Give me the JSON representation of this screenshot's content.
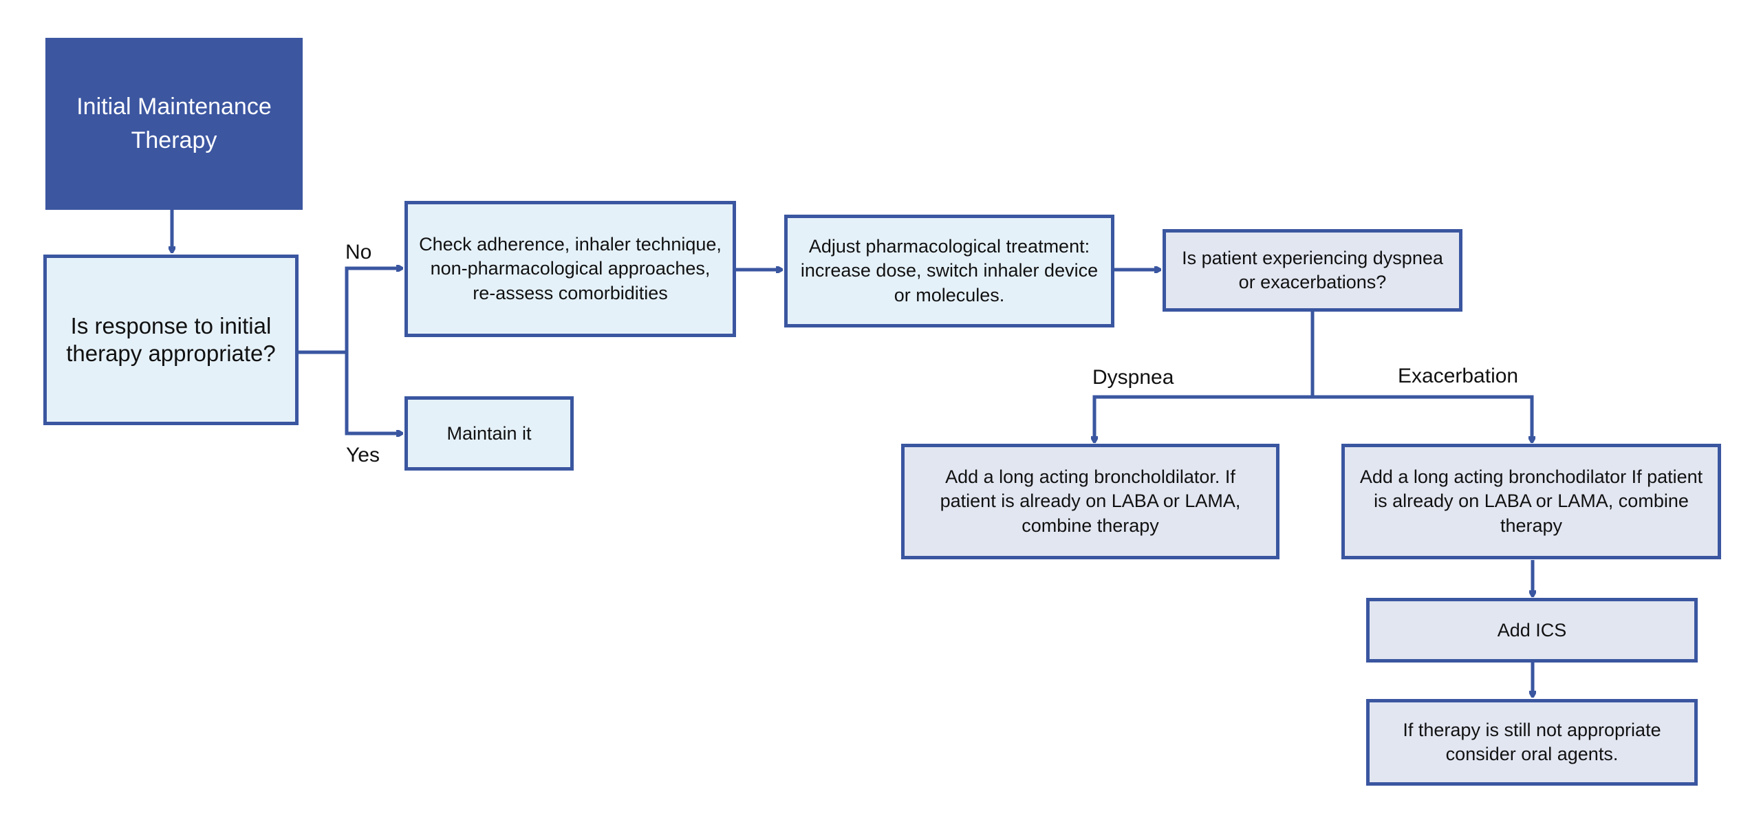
{
  "colors": {
    "title_fill": "#3c56a0",
    "border": "#3a56a0",
    "light_fill": "#e5f1f9",
    "grey_fill": "#e2e6f1",
    "line": "#3a56a0"
  },
  "nodes": {
    "initial": "Initial Maintenance Therapy",
    "response": "Is response to initial therapy appropriate?",
    "check": "Check adherence, inhaler technique, non-pharmacological approaches, re-assess comorbidities",
    "maintain": "Maintain it",
    "adjust": "Adjust pharmacological treatment: increase dose, switch inhaler device or molecules.",
    "question": "Is patient experiencing dyspnea or exacerbations?",
    "dyspnea_action": "Add a long acting broncholdilator. If patient is already on LABA or LAMA, combine therapy",
    "exac_action": "Add a long acting bronchodilator If patient is already on LABA or LAMA, combine therapy",
    "ics": "Add ICS",
    "oral": "If therapy is still not appropriate consider oral agents."
  },
  "edges": {
    "no": "No",
    "yes": "Yes",
    "dyspnea": "Dyspnea",
    "exacerbation": "Exacerbation"
  }
}
